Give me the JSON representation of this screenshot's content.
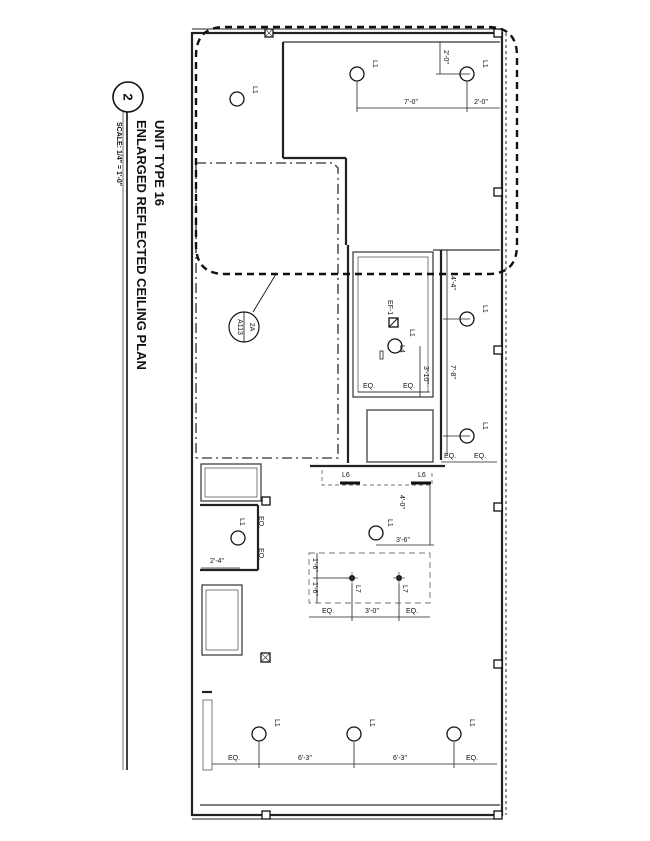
{
  "drawing": {
    "number": "2",
    "title": "UNIT TYPE 16",
    "subtitle": "ENLARGED REFLECTED CEILING PLAN",
    "scale": "SCALE:   1/4\" = 1'-0\""
  },
  "callout": {
    "detail": "2A",
    "sheet": "A113"
  },
  "fixture_labels": {
    "l1": "L1",
    "l4": "L4",
    "l6": "L6",
    "l7": "L7",
    "ef1": "EF-1"
  },
  "dimensions": {
    "d2_0": "2'-0\"",
    "d7_0": "7'-0\"",
    "d4_4": "4'-4\"",
    "d7_8": "7'-8\"",
    "d3_10": "3'-10\"",
    "d4_0": "4'-0\"",
    "d3_6": "3'-6\"",
    "d2_4": "2'-4\"",
    "d1_6": "1'-6\"",
    "d3_0": "3'-0\"",
    "d6_3": "6'-3\"",
    "eq": "EQ."
  }
}
